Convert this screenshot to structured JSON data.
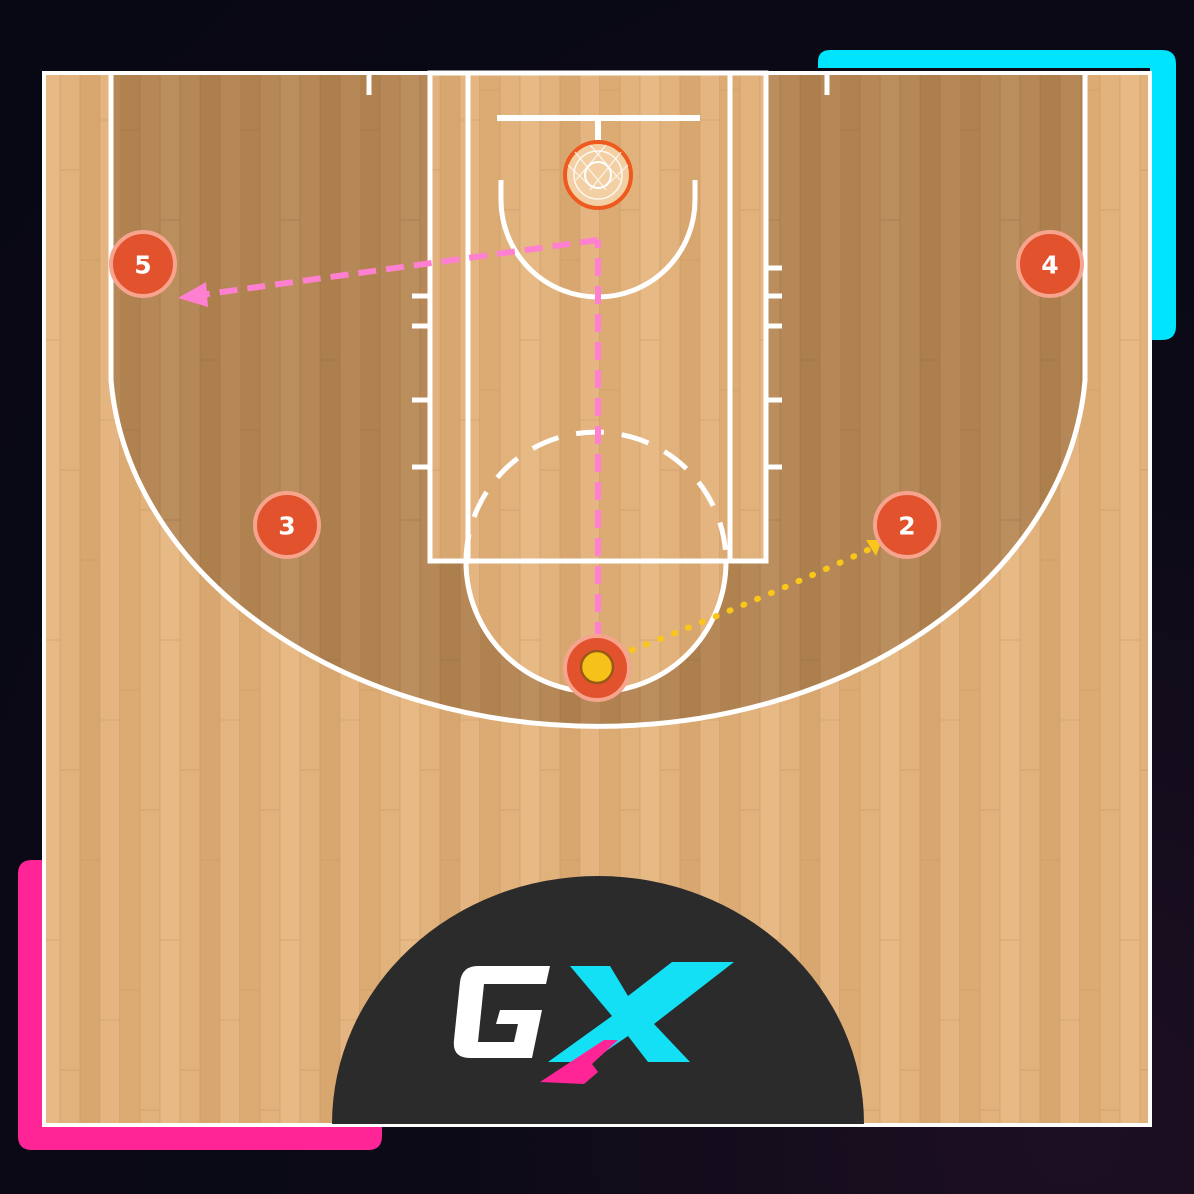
{
  "colors": {
    "background": "#0b0a16",
    "wood_light": "#e3b37f",
    "wood_paint": "#b98a5c",
    "court_line": "#ffffff",
    "accent_cyan": "#00e5ff",
    "accent_pink": "#ff2597",
    "player_fill": "#e2522d",
    "player_ring": "#f7a48e",
    "ball": "#f6c21a",
    "rim": "#ee5a1e",
    "cut_line": "#ff7fd0",
    "pass_line": "#f9c619",
    "logo_plate": "#2b2b2b"
  },
  "diagram": {
    "players": [
      {
        "id": "player-5",
        "label": "5"
      },
      {
        "id": "player-4",
        "label": "4"
      },
      {
        "id": "player-3",
        "label": "3"
      },
      {
        "id": "player-2",
        "label": "2"
      },
      {
        "id": "player-1-ball-handler",
        "label": "",
        "has_ball": true
      }
    ],
    "movements": [
      {
        "type": "cut",
        "style": "dashed",
        "from": "player-1-ball-handler",
        "to": "rim-area-then-player-5-side"
      },
      {
        "type": "pass",
        "style": "dotted",
        "from": "player-1-ball-handler",
        "to": "player-2"
      }
    ]
  },
  "logo": {
    "text": "GX",
    "icon": "gx-logo"
  }
}
